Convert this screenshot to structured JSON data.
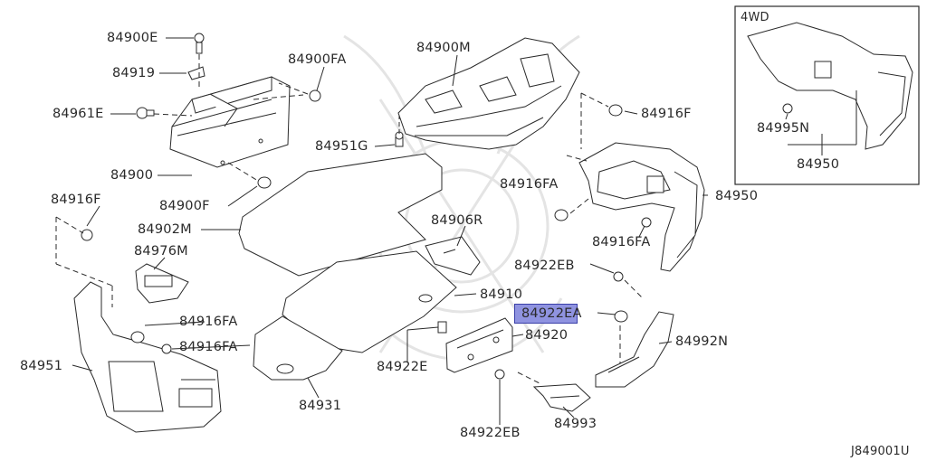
{
  "labels": {
    "l_84900E": "84900E",
    "l_84919": "84919",
    "l_84961E": "84961E",
    "l_84900": "84900",
    "l_84900FA": "84900FA",
    "l_84900M": "84900M",
    "l_84951G": "84951G",
    "l_84900F": "84900F",
    "l_84916F_top": "84916F",
    "l_84902M": "84902M",
    "l_84916F_left": "84916F",
    "l_84976M": "84976M",
    "l_84906R": "84906R",
    "l_84916FA_mid": "84916FA",
    "l_84950": "84950",
    "l_84916FA_right": "84916FA",
    "l_84922EB_top": "84922EB",
    "l_84910": "84910",
    "l_84922EA": "84922EA",
    "l_84920": "84920",
    "l_84992N": "84992N",
    "l_84916FA_l1": "84916FA",
    "l_84916FA_l2": "84916FA",
    "l_84951": "84951",
    "l_84922E": "84922E",
    "l_84931": "84931",
    "l_84993": "84993",
    "l_84922EB_bot": "84922EB",
    "l_inset_title": "4WD",
    "l_84995N": "84995N",
    "l_84950_inset": "84950",
    "l_code": "J849001U"
  },
  "colors": {
    "line": "#2a2a2a",
    "highlight_fill": "#8f93e0",
    "highlight_border": "#3a3fa8",
    "watermark": "#e6e6e6"
  }
}
